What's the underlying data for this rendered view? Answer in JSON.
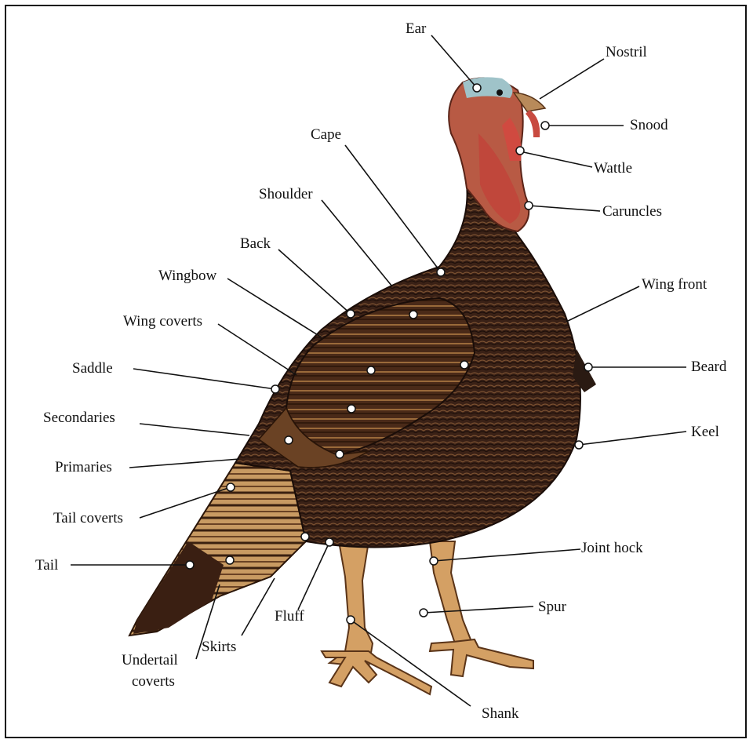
{
  "labels": {
    "ear": "Ear",
    "nostril": "Nostril",
    "snood": "Snood",
    "wattle": "Wattle",
    "caruncles": "Caruncles",
    "cape": "Cape",
    "shoulder": "Shoulder",
    "back": "Back",
    "wingbow": "Wingbow",
    "wing_coverts": "Wing coverts",
    "saddle": "Saddle",
    "secondaries": "Secondaries",
    "primaries": "Primaries",
    "tail_coverts": "Tail coverts",
    "tail": "Tail",
    "undertail_coverts_1": "Undertail",
    "undertail_coverts_2": "coverts",
    "skirts": "Skirts",
    "fluff": "Fluff",
    "shank": "Shank",
    "spur": "Spur",
    "joint_hock": "Joint hock",
    "keel": "Keel",
    "beard": "Beard",
    "wing_front": "Wing front"
  }
}
